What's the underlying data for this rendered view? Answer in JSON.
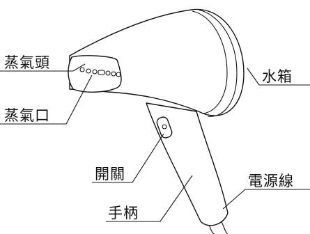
{
  "labels": {
    "steam_head": "蒸氣頭",
    "steam_outlet": "蒸氣口",
    "water_tank": "水箱",
    "switch": "開關",
    "handle": "手柄",
    "power_cord": "電源線"
  },
  "colors": {
    "line": "#111111",
    "background": "#ffffff"
  }
}
